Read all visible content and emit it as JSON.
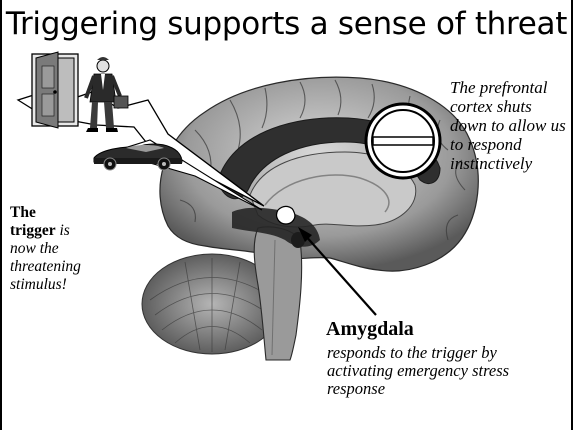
{
  "slide": {
    "title": "Triggering supports a sense of threat",
    "prefrontal_note": "The prefrontal cortex shuts down to allow us to respond instinctively",
    "trigger_note": {
      "bold1": "The",
      "bold2": "trigger",
      "italic": " is now the threatening stimulus!"
    },
    "amygdala": {
      "label": "Amygdala",
      "description": "responds to the trigger by activating emergency stress response"
    }
  },
  "icons": [
    "door-icon",
    "businessman-icon",
    "car-icon",
    "no-entry-icon",
    "brain-illustration"
  ],
  "colors": {
    "text": "#000000",
    "background": "#ffffff",
    "brain_dark": "#2f2f2f",
    "brain_mid": "#8a8a8a",
    "brain_light": "#c8c8c8"
  }
}
